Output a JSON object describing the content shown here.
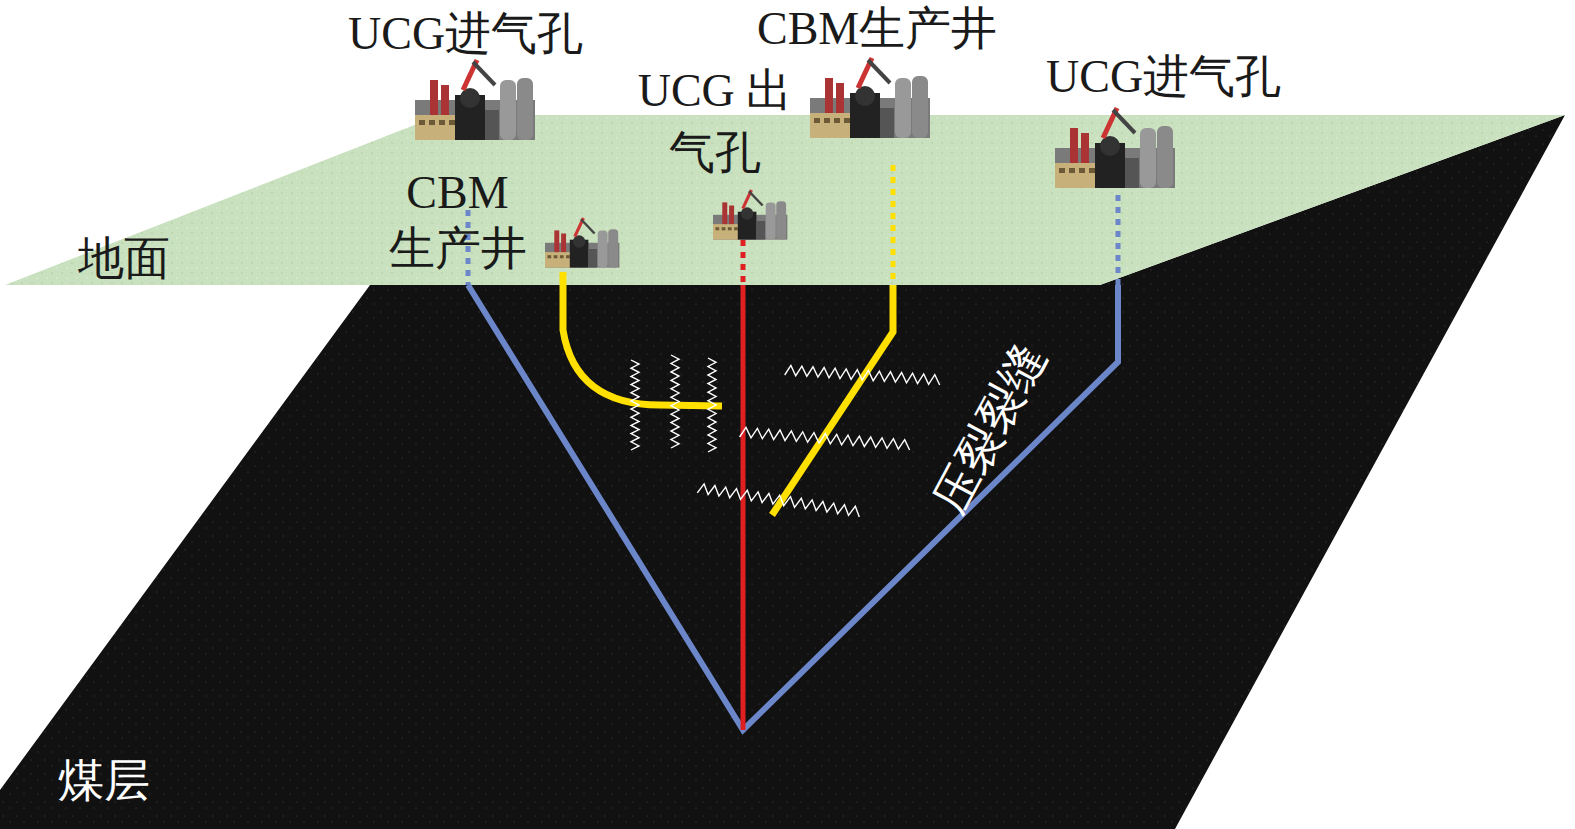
{
  "diagram": {
    "labels": [
      "UCG进气孔",
      "CBM生产井",
      "UCG 出气孔",
      "UCG进气孔",
      "CBM 生产井",
      "地面",
      "压裂裂缝",
      "煤层"
    ]
  }
}
